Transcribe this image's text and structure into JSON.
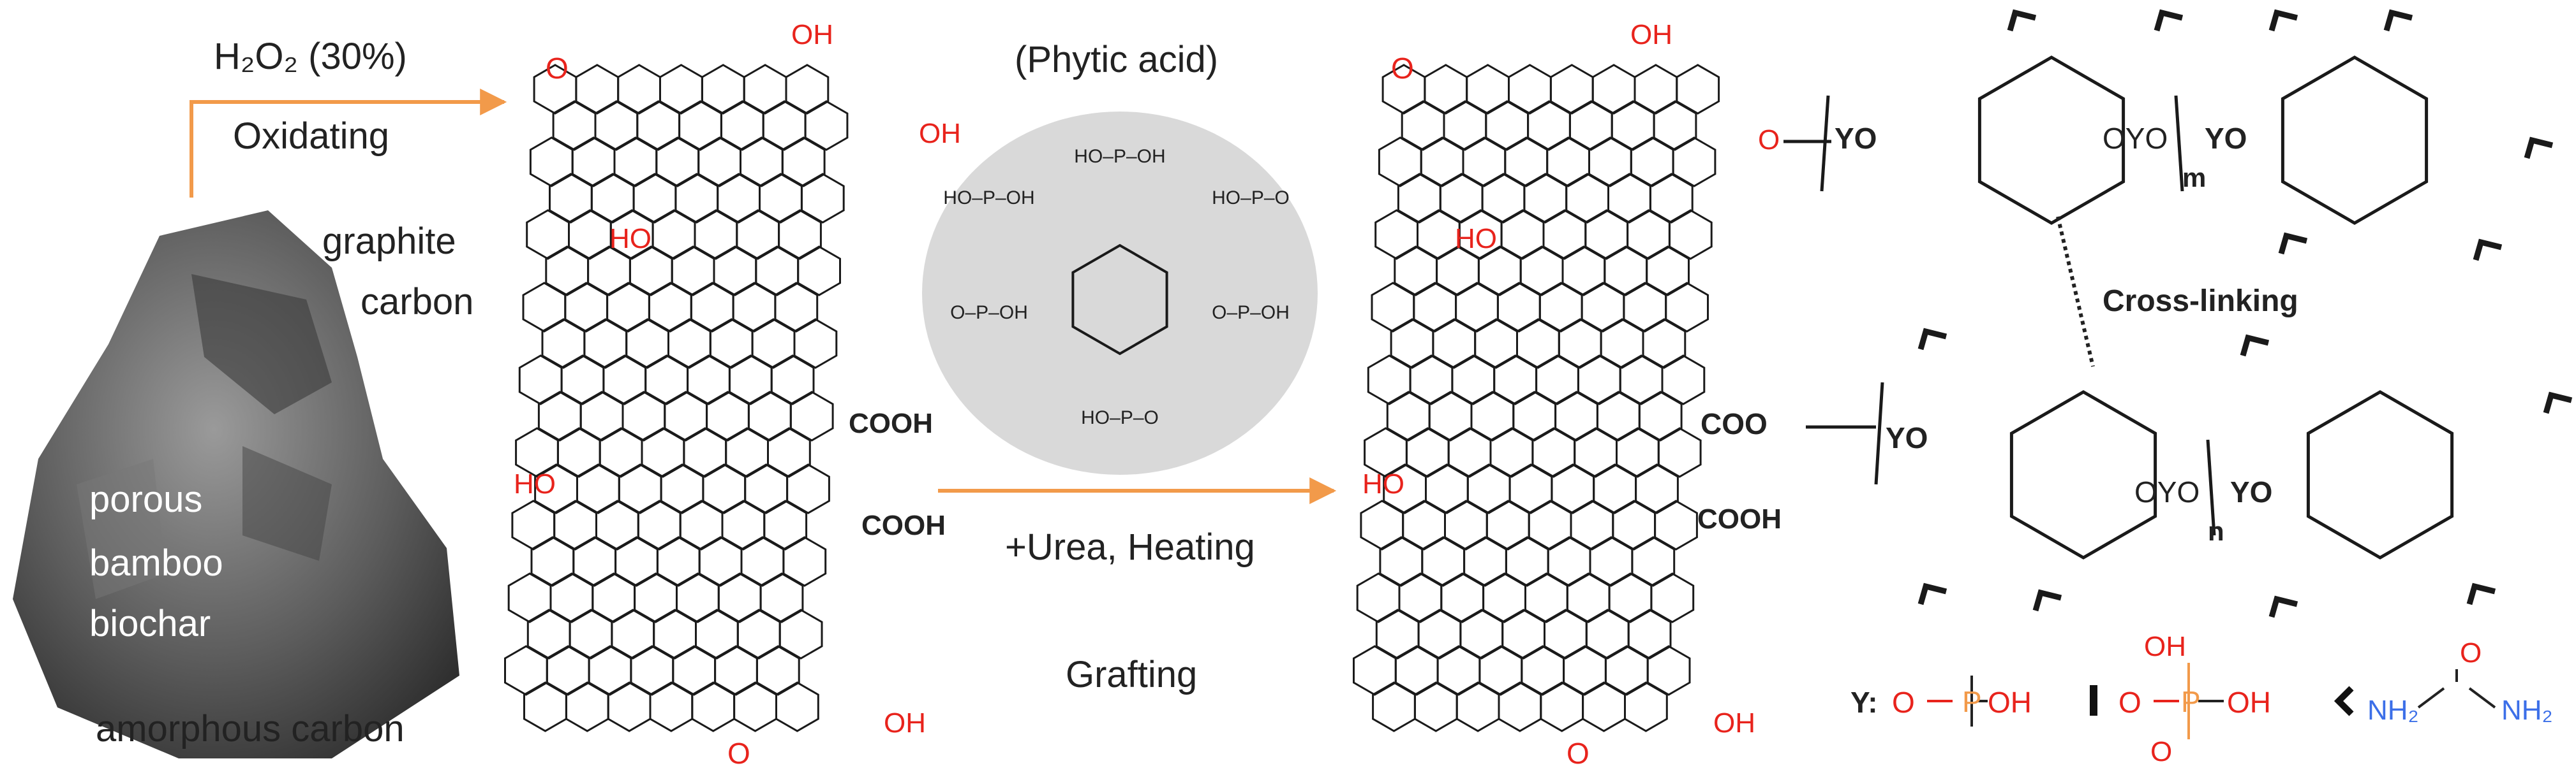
{
  "step1": {
    "reagent": "H₂O₂ (30%)",
    "process": "Oxidating"
  },
  "biochar": {
    "labels": [
      "graphite",
      "carbon",
      "porous",
      "bamboo",
      "biochar",
      "amorphous carbon"
    ]
  },
  "reagent_center": {
    "title": "(Phytic acid)",
    "groups": [
      "HO–P–OH",
      "HO–P–O",
      "O–P–OH",
      "HO–P–O",
      "O–P–OH",
      "HO–P–OH"
    ]
  },
  "step2": {
    "reagent": "+Urea,  Heating",
    "process": "Grafting"
  },
  "sheet_labels": {
    "oh": "OH",
    "ho": "HO",
    "o": "O",
    "cooh": "COOH",
    "coo": "COO"
  },
  "network": {
    "y_label": "YO",
    "oyo_label": "OYO",
    "m": "m",
    "n": "n",
    "crosslink": "Cross-linking"
  },
  "legend": {
    "y_key": "Y",
    "y_formula": "O=P–OH",
    "i_key": "I",
    "i_formula": "O=P–OH",
    "urea_key": ":",
    "urea_formula": "NH₂–C(=O)–NH₂",
    "nh2": "NH₂",
    "oh": "OH",
    "o": "O"
  },
  "colors": {
    "arrow": "#f29a4a",
    "red": "#e8231c",
    "phosphorus": "#f29a4a",
    "amine": "#3c6fe8",
    "circle": "#d9d9d9"
  }
}
